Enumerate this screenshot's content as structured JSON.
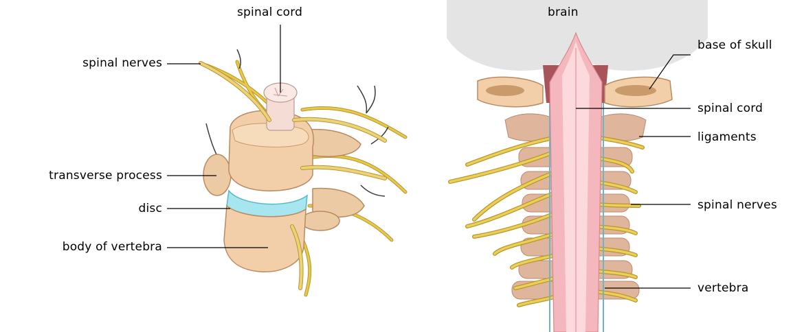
{
  "left_panel": {
    "labels": {
      "spinal_cord": "spinal cord",
      "spinal_nerves": "spinal nerves",
      "transverse_process": "transverse process",
      "disc": "disc",
      "body_of_vertebra": "body of vertebra"
    }
  },
  "right_panel": {
    "labels": {
      "brain": "brain",
      "base_of_skull": "base of skull",
      "spinal_cord": "spinal cord",
      "ligaments": "ligaments",
      "spinal_nerves": "spinal nerves",
      "vertebra": "vertebra"
    }
  },
  "colors": {
    "bone": "#f2cfa8",
    "bone_shade": "#d9a97c",
    "nerve": "#e8c84a",
    "nerve_outline": "#b8962a",
    "disc": "#a8e6ef",
    "cord": "#f4b7bd",
    "cord_light": "#fbd9dc",
    "brain": "#e4e4e4",
    "ligament": "#c99a9a",
    "vessel": "#6fb3c8"
  }
}
